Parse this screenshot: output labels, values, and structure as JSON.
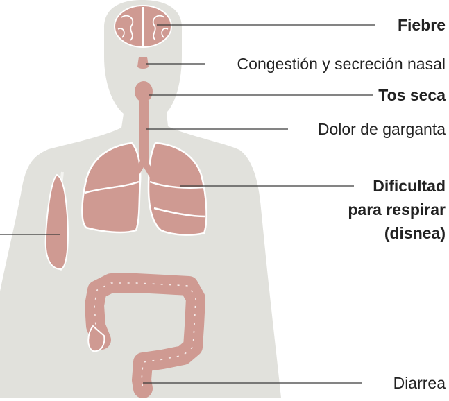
{
  "colors": {
    "background": "#ffffff",
    "body_silhouette": "#e1e1dc",
    "organ_fill": "#cf9a92",
    "organ_outline": "#ffffff",
    "leader_line": "#3a3a3a",
    "label_text": "#222222"
  },
  "labels": {
    "fiebre": "Fiebre",
    "congestion": "Congestión y secreción nasal",
    "tos_seca": "Tos seca",
    "dolor_garganta": "Dolor de garganta",
    "dificultad_line1": "Dificultad",
    "dificultad_line2": "para respirar",
    "dificultad_line3": "(disnea)",
    "diarrea": "Diarrea"
  }
}
